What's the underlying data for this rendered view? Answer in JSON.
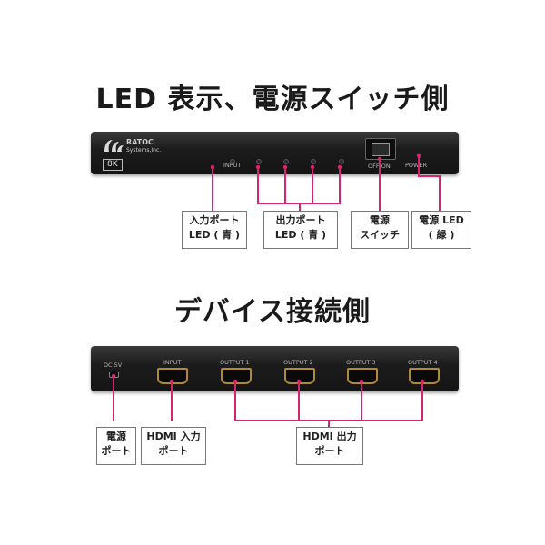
{
  "headings": {
    "led_side": "LED 表示、電源スイッチ側",
    "device_side": "デバイス接続側"
  },
  "front_panel": {
    "logo_text_1": "RATOC",
    "logo_text_2": "Systems,Inc.",
    "badge": "8K",
    "input_label": "INPUT",
    "switch_label": "OFF/ON",
    "power_label": "POWER"
  },
  "rear_panel": {
    "dc_label": "DC 5V",
    "input_label": "INPUT",
    "outputs": [
      "OUTPUT 1",
      "OUTPUT 2",
      "OUTPUT 3",
      "OUTPUT 4"
    ]
  },
  "callouts_top": {
    "input_led": [
      "入力ポート",
      "LED ( 青 )"
    ],
    "output_led": [
      "出力ポート",
      "LED ( 青 )"
    ],
    "power_switch": [
      "電源",
      "スイッチ"
    ],
    "power_led": [
      "電源 LED",
      "( 緑 )"
    ]
  },
  "callouts_bottom": {
    "power_port": [
      "電源",
      "ポート"
    ],
    "hdmi_in": [
      "HDMI 入力",
      "ポート"
    ],
    "hdmi_out": [
      "HDMI 出力",
      "ポート"
    ]
  },
  "colors": {
    "callout_line": "#d6246e",
    "device": "#1e1e1e",
    "hdmi_gold": "#b08a3a"
  }
}
